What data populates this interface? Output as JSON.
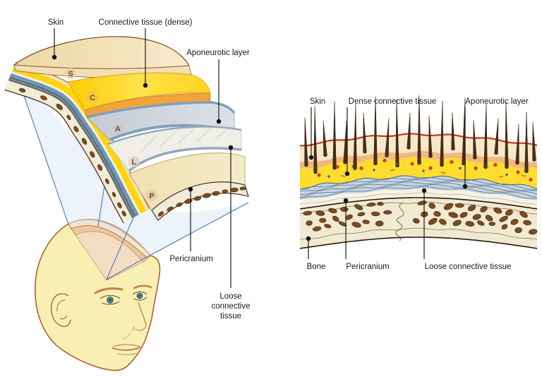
{
  "left_panel": {
    "labels": {
      "skin": "Skin",
      "connective_dense": "Connective tissue (dense)",
      "aponeurotic": "Aponeurotic layer",
      "pericranium": "Pericranium",
      "loose_1": "Loose",
      "loose_2": "connective",
      "loose_3": "tissue"
    },
    "letters": {
      "s": "S",
      "c": "C",
      "a": "A",
      "l": "L",
      "p": "P"
    }
  },
  "right_panel": {
    "labels": {
      "skin": "Skin",
      "dense_connective": "Dense connective tissue",
      "aponeurotic": "Aponeurotic layer",
      "bone": "Bone",
      "pericranium": "Pericranium",
      "loose_connective": "Loose connective tissue"
    }
  },
  "colors": {
    "background": "#ffffff",
    "label_text": "#1a1a1a",
    "leader_line": "#1a1a1a",
    "skin_tone": "#f6ecb9",
    "skin_slab": "#f2e0ba",
    "dense_yellow": "#ffd40a",
    "orange_edge": "#f2a33c",
    "aponeurosis_gray": "#ccd2d9",
    "blue_edge": "#7fa0bc",
    "bone_cream": "#f1ebd3",
    "trabecula_brown": "#7c4a1e",
    "projection_blue": "#4a7ab8",
    "hair_brown": "#4a2d15",
    "epidermis_red": "#c23a1a",
    "eye_blue": "#4e93b8",
    "outline_brown": "#af5f30"
  }
}
